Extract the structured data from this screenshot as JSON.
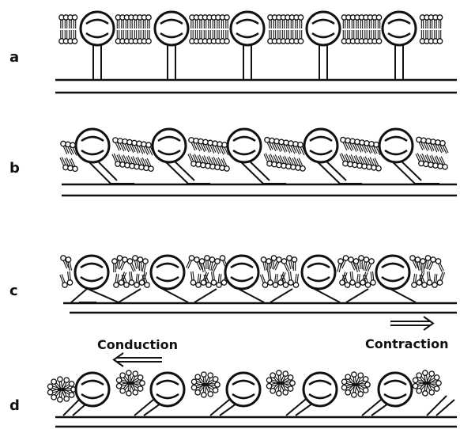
{
  "panels": [
    {
      "label": "a",
      "state": "flat bilayer, vertical stalks"
    },
    {
      "label": "b",
      "state": "tilted, lipids leaning"
    },
    {
      "label": "c",
      "state": "tilted, lipids disordered"
    },
    {
      "label": "d",
      "state": "tilted, lipids clustered"
    }
  ],
  "arrows": {
    "conduction": "Conduction",
    "contraction": "Contraction"
  }
}
